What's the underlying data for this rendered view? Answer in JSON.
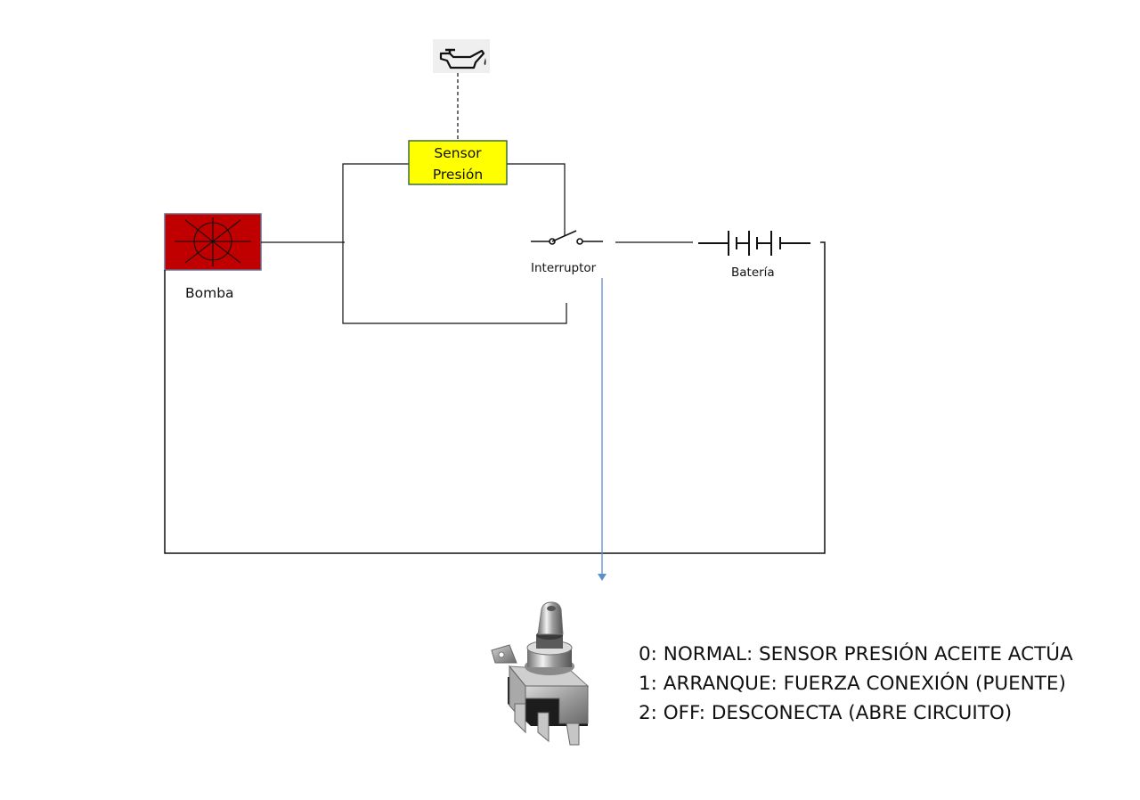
{
  "components": {
    "sensor": {
      "line1": "Sensor",
      "line2": "Presión"
    },
    "pump_label": "Bomba",
    "switch_label": "Interruptor",
    "battery_label": "Batería"
  },
  "icons": {
    "oil_can": "oil-pressure-icon",
    "pump_symbol": "pump-circle-icon",
    "toggle_photo": "toggle-switch-photo"
  },
  "legend": [
    "0: NORMAL: SENSOR PRESIÓN ACEITE ACTÚA",
    "1: ARRANQUE: FUERZA CONEXIÓN (PUENTE)",
    "2: OFF: DESCONECTA (ABRE CIRCUITO)"
  ],
  "colors": {
    "sensor_fill": "#ffff00",
    "sensor_border": "#3e6b3e",
    "pump_fill": "#c00000",
    "pump_border": "#6a6a8a",
    "wire": "#111111",
    "pointer_arrow": "#5b8fc9"
  }
}
